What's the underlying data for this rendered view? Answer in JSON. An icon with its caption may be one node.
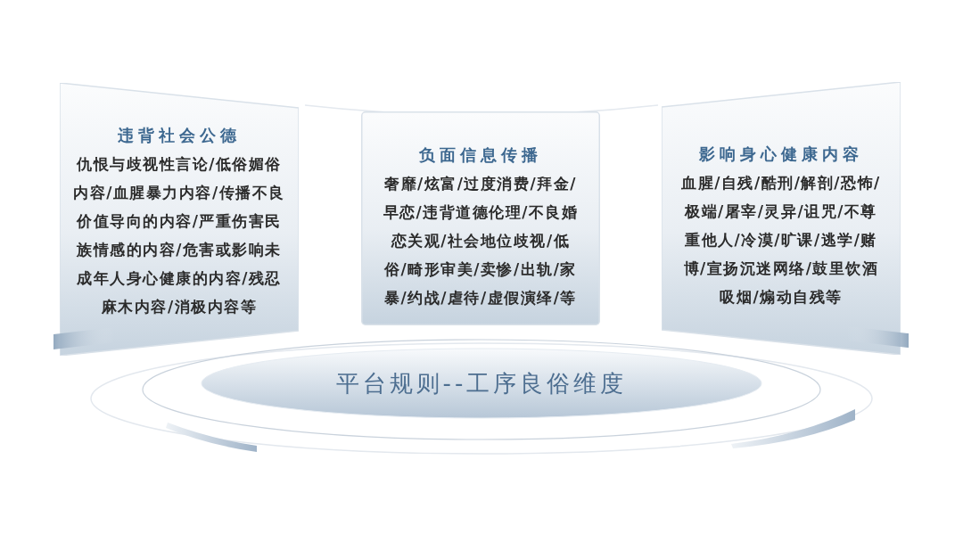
{
  "diagram": {
    "nodes": [
      {
        "text": [
          "违背社会公德",
          "仇恨与歧视性言论/低俗媚俗内容/血腥暴力内容/传播不良价值导向的内容/严重伤害民族情感的内容/危害或影响未成年人身心健康的内容/残忍麻木内容/消极内容等"
        ]
      },
      {
        "text": [
          "负面信息传播",
          "奢靡/炫富/过度消费/拜金/早恋/违背道德伦理/不良婚恋关观/社会地位歧视/低俗/畸形审美/卖惨/出轨/家暴/约战/虐待/虚假演绎/等"
        ]
      },
      {
        "text": [
          "影响身心健康内容",
          "血腥/自残/酷刑/解剖/恐怖/极端/屠宰/灵异/诅咒/不尊重他人/冷漠/旷课/逃学/赌博/宣扬沉迷网络/鼓里饮酒吸烟/煽动自残等"
        ]
      },
      {
        "text": [
          "平台规则--工序良俗维度"
        ]
      }
    ]
  }
}
